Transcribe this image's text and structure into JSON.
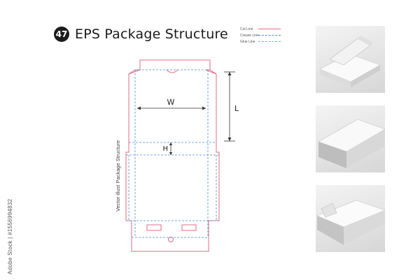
{
  "header": {
    "badge_number": "47",
    "title": "EPS Package Structure"
  },
  "legend": {
    "items": [
      {
        "label": "Cut Line",
        "style": "cut",
        "color": "#e46b83"
      },
      {
        "label": "Crease Line",
        "style": "crease",
        "color": "#4a8fd6"
      },
      {
        "label": "Glue Line",
        "style": "glue",
        "color": "#66b8c8"
      }
    ]
  },
  "dimensions": {
    "width_label": "W",
    "length_label": "L",
    "height_label": "H"
  },
  "side_caption": "Vector illust Package Structure",
  "stock_id": "Adobe Stock | #1556994832",
  "colors": {
    "cut": "#e46b83",
    "crease": "#4a8fd6",
    "dimension": "#333333"
  },
  "photos": [
    {
      "name": "open-box-photo"
    },
    {
      "name": "closed-box-photo"
    },
    {
      "name": "lid-detail-photo"
    }
  ]
}
